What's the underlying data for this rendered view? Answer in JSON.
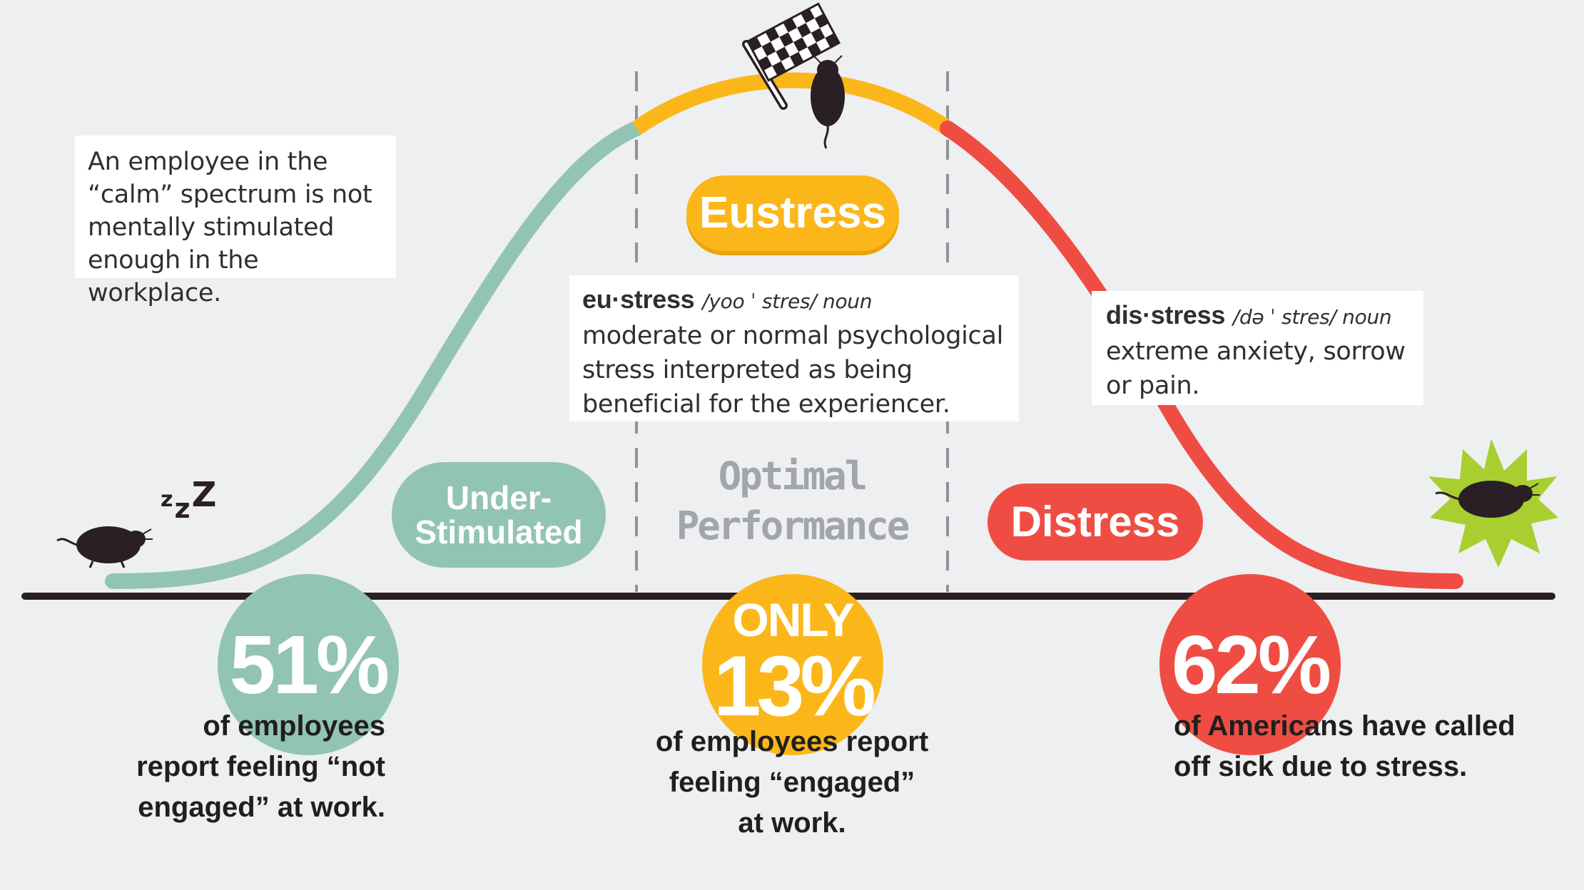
{
  "colors": {
    "calm": "#92c4b4",
    "eustress": "#fbb71a",
    "distress": "#ef4d43",
    "baseline": "#2a1f25",
    "burst": "#a8cf2f",
    "background": "#eeeff1"
  },
  "calm_note": {
    "lines": [
      "An employee in the",
      "“calm” spectrum is not",
      "mentally stimulated",
      "enough in the workplace."
    ]
  },
  "eustress": {
    "pill_label": "Eustress",
    "word": "eu·stress",
    "pronunciation": "/yoo ˈ stres/ noun",
    "definition_lines": [
      "moderate or normal psychological",
      "stress interpreted as being",
      "beneficial for the experiencer."
    ]
  },
  "distress": {
    "pill_label": "Distress",
    "word": "dis·stress",
    "pronunciation": "/də ˈ stres/ noun",
    "definition_lines": [
      "extreme anxiety, sorrow",
      "or pain."
    ]
  },
  "under_stimulated": {
    "label_lines": [
      "Under-",
      "Stimulated"
    ]
  },
  "optimal": {
    "label_lines": [
      "Optimal",
      "Performance"
    ]
  },
  "sleep_text": "zzZ",
  "stats": [
    {
      "value": "51%",
      "lines": [
        "of employees",
        "report feeling “not",
        "engaged” at work."
      ]
    },
    {
      "prefix": "ONLY",
      "value": "13%",
      "lines": [
        "of employees report",
        "feeling “engaged”",
        "at work."
      ]
    },
    {
      "value": "62%",
      "lines": [
        "of Americans have called",
        "off sick due to stress."
      ]
    }
  ],
  "icons": [
    "sleeping-mouse-icon",
    "checkered-flag-icon",
    "mouse-icon",
    "stressed-mouse-icon",
    "burst-icon"
  ]
}
